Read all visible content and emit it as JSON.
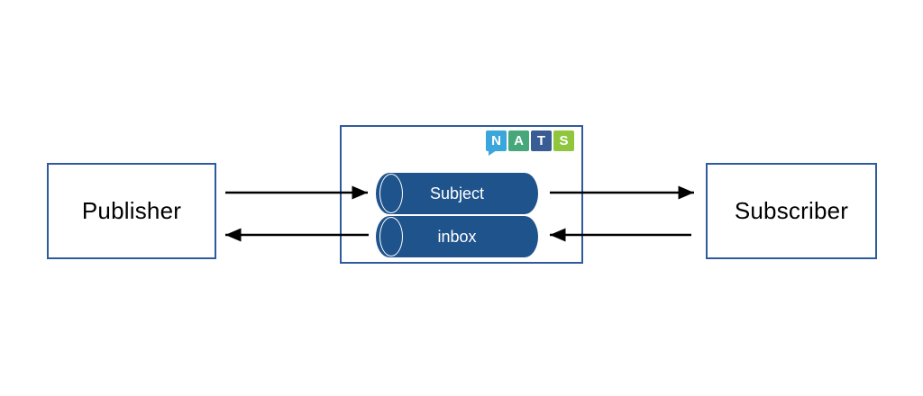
{
  "colors": {
    "box_border": "#2E5B9E",
    "cylinder_fill": "#1F538C",
    "cylinder_text": "#FFFFFF",
    "arrow": "#000000",
    "nats_n_bg": "#3AA6DB",
    "nats_a_bg": "#46A87A",
    "nats_t_bg": "#3A5C95",
    "nats_s_bg": "#90C63E"
  },
  "publisher": {
    "label": "Publisher"
  },
  "subscriber": {
    "label": "Subscriber"
  },
  "nats_server": {
    "logo": {
      "letters": [
        "N",
        "A",
        "T",
        "S"
      ]
    },
    "channels": [
      {
        "label": "Subject"
      },
      {
        "label": "inbox"
      }
    ]
  }
}
